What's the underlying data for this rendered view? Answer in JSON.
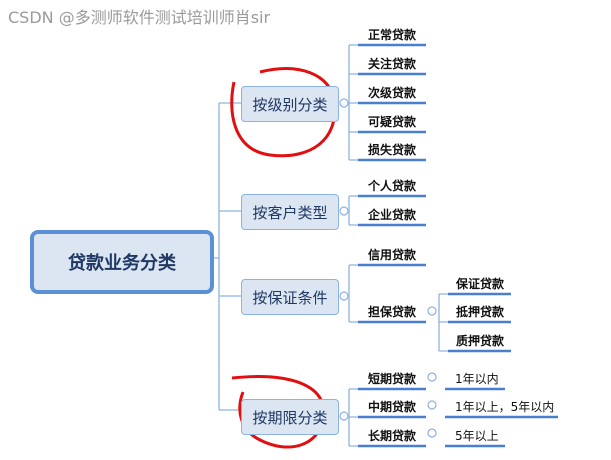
{
  "root": "贷款业务分类",
  "categories": [
    {
      "label": "按级别分类",
      "children": [
        "正常贷款",
        "关注贷款",
        "次级贷款",
        "可疑贷款",
        "损失贷款"
      ]
    },
    {
      "label": "按客户类型",
      "children": [
        "个人贷款",
        "企业贷款"
      ]
    },
    {
      "label": "按保证条件",
      "children": [
        "信用贷款",
        "担保贷款"
      ],
      "guarantee_children": [
        "保证贷款",
        "抵押贷款",
        "质押贷款"
      ]
    },
    {
      "label": "按期限分类",
      "children": [
        "短期贷款",
        "中期贷款",
        "长期贷款"
      ],
      "notes": [
        "1年以内",
        "1年以上，5年以内",
        "5年以上"
      ]
    }
  ],
  "watermark": "CSDN @多测师软件测试培训师肖sir",
  "colors": {
    "line": "#8db3e2",
    "underline": "#4a7fd0",
    "node_fill": "#dce6f2",
    "annotation": "#e01010"
  }
}
